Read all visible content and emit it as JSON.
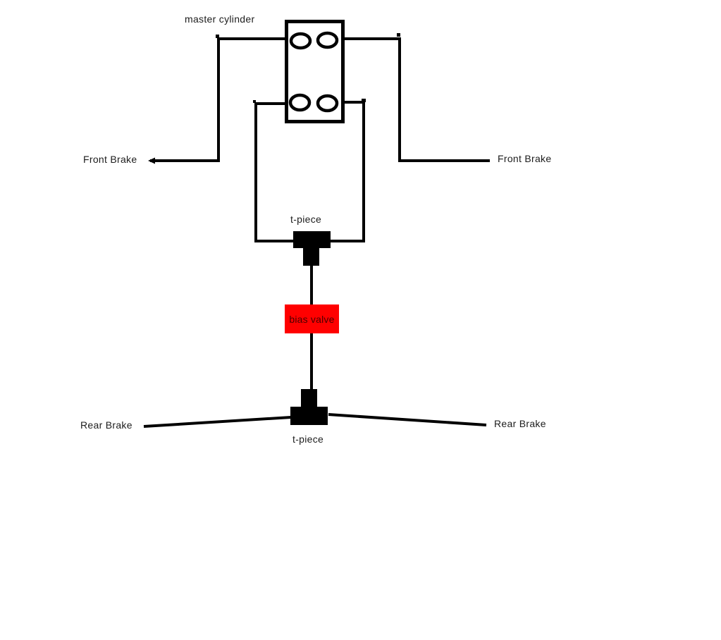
{
  "canvas": {
    "background_color": "#ffffff",
    "line_color": "#000000"
  },
  "nodes": {
    "master_cylinder": {
      "label": "master cylinder"
    },
    "t_piece_top": {
      "label": "t-piece"
    },
    "bias_valve": {
      "label": "bias valve",
      "fill_color": "#ff0000",
      "text_color": "#4a0000"
    },
    "t_piece_bottom": {
      "label": "t-piece"
    },
    "front_brake_left": {
      "label": "Front Brake"
    },
    "front_brake_right": {
      "label": "Front Brake"
    },
    "rear_brake_left": {
      "label": "Rear Brake"
    },
    "rear_brake_right": {
      "label": "Rear Brake"
    }
  }
}
